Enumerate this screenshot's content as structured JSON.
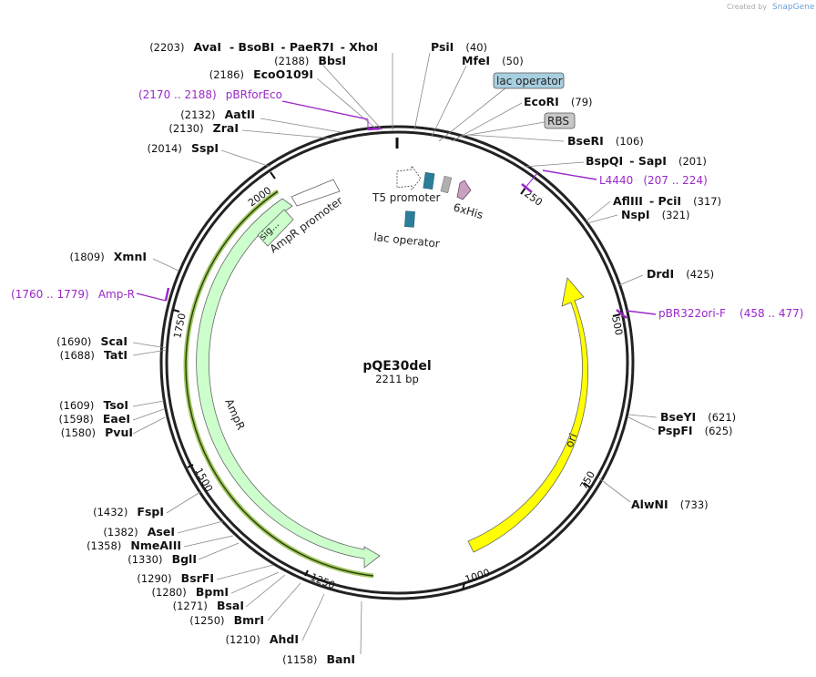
{
  "branding": {
    "created_by": "Created by",
    "product": "SnapGene"
  },
  "plasmid": {
    "name": "pQE30del",
    "length": "2211 bp"
  },
  "sites": [
    {
      "name": "AvaI",
      "pos": "(2203)",
      "extra": [
        " - BsoBI",
        " - PaeR7I",
        " - XhoI"
      ]
    },
    {
      "name": "BbsI",
      "pos": "(2188)"
    },
    {
      "name": "EcoO109I",
      "pos": "(2186)"
    },
    {
      "name": "AatII",
      "pos": "(2132)"
    },
    {
      "name": "ZraI",
      "pos": "(2130)"
    },
    {
      "name": "SspI",
      "pos": "(2014)"
    },
    {
      "name": "XmnI",
      "pos": "(1809)"
    },
    {
      "name": "ScaI",
      "pos": "(1690)"
    },
    {
      "name": "TatI",
      "pos": "(1688)"
    },
    {
      "name": "TsoI",
      "pos": "(1609)"
    },
    {
      "name": "EaeI",
      "pos": "(1598)"
    },
    {
      "name": "PvuI",
      "pos": "(1580)"
    },
    {
      "name": "FspI",
      "pos": "(1432)"
    },
    {
      "name": "AseI",
      "pos": "(1382)"
    },
    {
      "name": "NmeAIII",
      "pos": "(1358)"
    },
    {
      "name": "BglI",
      "pos": "(1330)"
    },
    {
      "name": "BsrFI",
      "pos": "(1290)"
    },
    {
      "name": "BpmI",
      "pos": "(1280)"
    },
    {
      "name": "BsaI",
      "pos": "(1271)"
    },
    {
      "name": "BmrI",
      "pos": "(1250)"
    },
    {
      "name": "AhdI",
      "pos": "(1210)"
    },
    {
      "name": "BanI",
      "pos": "(1158)"
    },
    {
      "name": "PsiI",
      "pos": "(40)"
    },
    {
      "name": "MfeI",
      "pos": "(50)"
    },
    {
      "name": "EcoRI",
      "pos": "(79)"
    },
    {
      "name": "BseRI",
      "pos": "(106)"
    },
    {
      "name": "BspQI",
      "pos": "(201)",
      "extra": [
        " - SapI"
      ]
    },
    {
      "name": "AflIII",
      "pos": "(317)",
      "extra": [
        " - PciI"
      ]
    },
    {
      "name": "NspI",
      "pos": "(321)"
    },
    {
      "name": "DrdI",
      "pos": "(425)"
    },
    {
      "name": "BseYI",
      "pos": "(621)"
    },
    {
      "name": "PspFI",
      "pos": "(625)"
    },
    {
      "name": "AlwNI",
      "pos": "(733)"
    }
  ],
  "primers": [
    {
      "name": "pBRforEco",
      "range": "(2170 .. 2188)"
    },
    {
      "name": "Amp-R",
      "range": "(1760 .. 1779)"
    },
    {
      "name": "L4440",
      "range": "(207 .. 224)"
    },
    {
      "name": "pBR322ori-F",
      "range": "(458 .. 477)"
    }
  ],
  "features": {
    "lac_operator_top": "lac operator",
    "rbs": "RBS",
    "t5_promoter": "T5 promoter",
    "his6": "6xHis",
    "lac_operator_inner": "lac operator",
    "ampr_promoter": "AmpR promoter",
    "ampr": "AmpR",
    "sig": "sig...",
    "ori": "ori"
  },
  "ticks": [
    "250",
    "500",
    "750",
    "1000",
    "1250",
    "1500",
    "1750",
    "2000"
  ],
  "colors": {
    "ori": "#ffff00",
    "ampr": "#ccffcc",
    "primer": "#9b27c9",
    "lac_operator": "#2b7f9a",
    "rbs": "#b0b0b0",
    "his": "#c8a0c0",
    "badge_lac": "#a8cfe0",
    "badge_rbs": "#c8c8c8"
  }
}
